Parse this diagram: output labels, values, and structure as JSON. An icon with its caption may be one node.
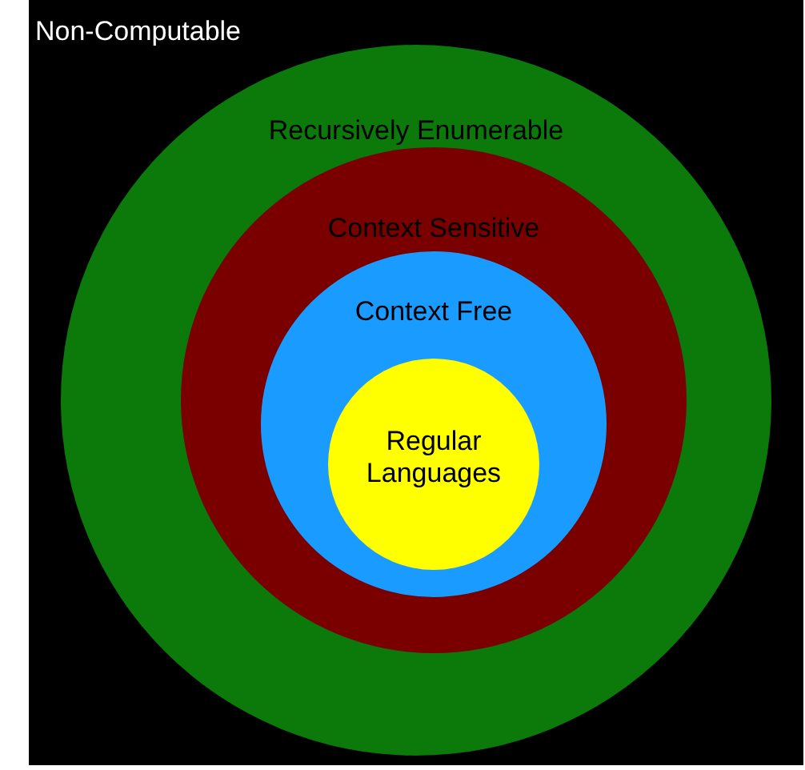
{
  "diagram": {
    "nodes": [
      {
        "text": [
          "Non-Computable"
        ]
      },
      {
        "text": [
          "Recursively Enumerable"
        ],
        "in": 0
      },
      {
        "text": [
          "Context Sensitive"
        ],
        "in": 1
      },
      {
        "text": [
          "Context Free"
        ],
        "in": 2
      },
      {
        "text": [
          "Regular Languages"
        ],
        "in": 3
      }
    ]
  }
}
